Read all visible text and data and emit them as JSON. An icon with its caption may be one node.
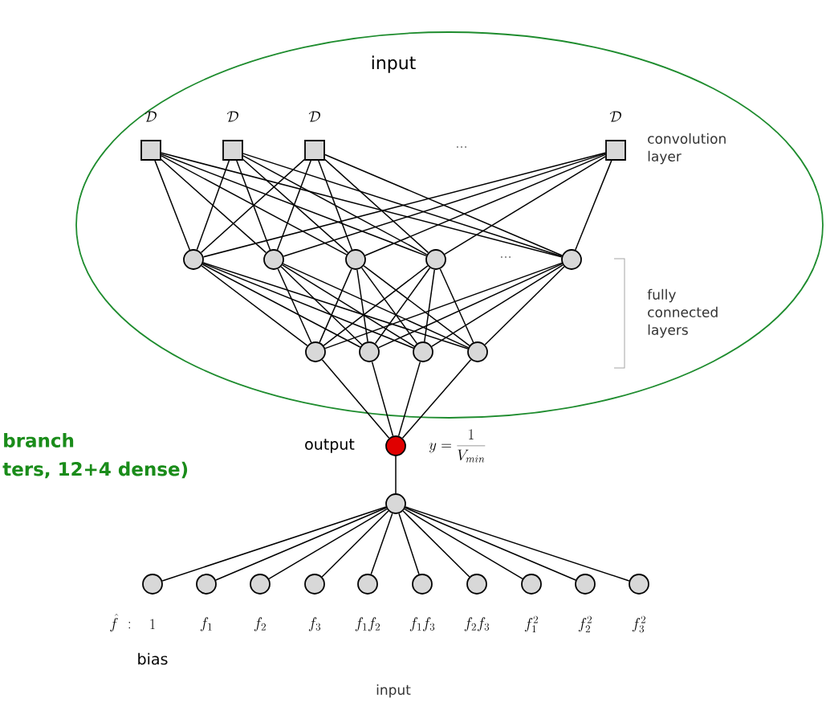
{
  "diagram": {
    "nodes": [
      {
        "text": [
          "input"
        ]
      },
      {
        "text": [],
        "shape": "box",
        "in": 0,
        "beside": [
          "\\mathcal{D}"
        ]
      },
      {
        "text": [],
        "shape": "box",
        "in": 0,
        "beside": [
          "\\mathcal{D}"
        ]
      },
      {
        "text": [],
        "shape": "box",
        "in": 0,
        "beside": [
          "\\mathcal{D}"
        ]
      },
      {
        "text": [],
        "shape": "box",
        "in": 0,
        "beside": [
          "\\mathcal{D}"
        ]
      },
      {
        "text": [],
        "shape": "circle",
        "in": 0
      },
      {
        "text": [],
        "shape": "circle",
        "in": 0
      },
      {
        "text": [],
        "shape": "circle",
        "in": 0
      },
      {
        "text": [],
        "shape": "circle",
        "in": 0
      },
      {
        "text": [],
        "shape": "circle",
        "in": 0
      },
      {
        "text": [],
        "shape": "circle",
        "in": 0
      },
      {
        "text": [],
        "shape": "circle",
        "in": 0
      },
      {
        "text": [],
        "shape": "circle",
        "in": 0
      },
      {
        "text": [],
        "shape": "circle",
        "in": 0
      },
      {
        "text": [],
        "shape": "circle",
        "beside": [
          "output",
          "y = \\frac{1}{V_{min}}"
        ]
      },
      {
        "text": [],
        "shape": "circle"
      },
      {
        "text": [],
        "shape": "circle",
        "beside": [
          "1",
          "bias"
        ]
      },
      {
        "text": [],
        "shape": "circle",
        "beside": [
          "f_1"
        ]
      },
      {
        "text": [],
        "shape": "circle",
        "beside": [
          "f_2"
        ]
      },
      {
        "text": [],
        "shape": "circle",
        "beside": [
          "f_3"
        ]
      },
      {
        "text": [],
        "shape": "circle",
        "beside": [
          "f_1 f_2"
        ]
      },
      {
        "text": [],
        "shape": "circle",
        "beside": [
          "f_1 f_3"
        ]
      },
      {
        "text": [],
        "shape": "circle",
        "beside": [
          "f_2 f_3"
        ]
      },
      {
        "text": [],
        "shape": "circle",
        "beside": [
          "f_1^2"
        ]
      },
      {
        "text": [],
        "shape": "circle",
        "beside": [
          "f_2^2"
        ]
      },
      {
        "text": [],
        "shape": "circle",
        "beside": [
          "f_3^2"
        ]
      }
    ],
    "edges": [
      {
        "from": 1,
        "to": 5,
        "arrow": "none"
      },
      {
        "from": 1,
        "to": 6,
        "arrow": "none"
      },
      {
        "from": 1,
        "to": 7,
        "arrow": "none"
      },
      {
        "from": 1,
        "to": 8,
        "arrow": "none"
      },
      {
        "from": 1,
        "to": 9,
        "arrow": "none"
      },
      {
        "from": 2,
        "to": 5,
        "arrow": "none"
      },
      {
        "from": 2,
        "to": 6,
        "arrow": "none"
      },
      {
        "from": 2,
        "to": 7,
        "arrow": "none"
      },
      {
        "from": 2,
        "to": 8,
        "arrow": "none"
      },
      {
        "from": 2,
        "to": 9,
        "arrow": "none"
      },
      {
        "from": 3,
        "to": 5,
        "arrow": "none"
      },
      {
        "from": 3,
        "to": 6,
        "arrow": "none"
      },
      {
        "from": 3,
        "to": 7,
        "arrow": "none"
      },
      {
        "from": 3,
        "to": 8,
        "arrow": "none"
      },
      {
        "from": 3,
        "to": 9,
        "arrow": "none"
      },
      {
        "from": 4,
        "to": 5,
        "arrow": "none"
      },
      {
        "from": 4,
        "to": 6,
        "arrow": "none"
      },
      {
        "from": 4,
        "to": 7,
        "arrow": "none"
      },
      {
        "from": 4,
        "to": 8,
        "arrow": "none"
      },
      {
        "from": 4,
        "to": 9,
        "arrow": "none"
      },
      {
        "from": 5,
        "to": 10,
        "arrow": "none"
      },
      {
        "from": 5,
        "to": 11,
        "arrow": "none"
      },
      {
        "from": 5,
        "to": 12,
        "arrow": "none"
      },
      {
        "from": 5,
        "to": 13,
        "arrow": "none"
      },
      {
        "from": 6,
        "to": 10,
        "arrow": "none"
      },
      {
        "from": 6,
        "to": 11,
        "arrow": "none"
      },
      {
        "from": 6,
        "to": 12,
        "arrow": "none"
      },
      {
        "from": 6,
        "to": 13,
        "arrow": "none"
      },
      {
        "from": 7,
        "to": 10,
        "arrow": "none"
      },
      {
        "from": 7,
        "to": 11,
        "arrow": "none"
      },
      {
        "from": 7,
        "to": 12,
        "arrow": "none"
      },
      {
        "from": 7,
        "to": 13,
        "arrow": "none"
      },
      {
        "from": 8,
        "to": 10,
        "arrow": "none"
      },
      {
        "from": 8,
        "to": 11,
        "arrow": "none"
      },
      {
        "from": 8,
        "to": 12,
        "arrow": "none"
      },
      {
        "from": 8,
        "to": 13,
        "arrow": "none"
      },
      {
        "from": 9,
        "to": 10,
        "arrow": "none"
      },
      {
        "from": 9,
        "to": 11,
        "arrow": "none"
      },
      {
        "from": 9,
        "to": 12,
        "arrow": "none"
      },
      {
        "from": 9,
        "to": 13,
        "arrow": "none"
      },
      {
        "from": 10,
        "to": 14,
        "arrow": "none"
      },
      {
        "from": 11,
        "to": 14,
        "arrow": "none"
      },
      {
        "from": 12,
        "to": 14,
        "arrow": "none"
      },
      {
        "from": 13,
        "to": 14,
        "arrow": "none"
      },
      {
        "from": 15,
        "to": 14,
        "arrow": "none"
      },
      {
        "from": 16,
        "to": 15,
        "arrow": "none"
      },
      {
        "from": 17,
        "to": 15,
        "arrow": "none"
      },
      {
        "from": 18,
        "to": 15,
        "arrow": "none"
      },
      {
        "from": 19,
        "to": 15,
        "arrow": "none"
      },
      {
        "from": 20,
        "to": 15,
        "arrow": "none"
      },
      {
        "from": 21,
        "to": 15,
        "arrow": "none"
      },
      {
        "from": 22,
        "to": 15,
        "arrow": "none"
      },
      {
        "from": 23,
        "to": 15,
        "arrow": "none"
      },
      {
        "from": 24,
        "to": 15,
        "arrow": "none"
      },
      {
        "from": 25,
        "to": 15,
        "arrow": "none"
      }
    ],
    "labels": [
      "...",
      "...",
      "convolution layer",
      "fully connected layers",
      "branch",
      "ters, 12+4 dense)",
      "\\hat{f}\\ :",
      "input"
    ]
  }
}
